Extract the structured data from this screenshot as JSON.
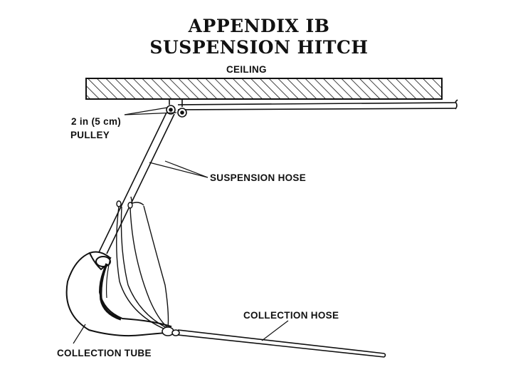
{
  "title": {
    "line1": "APPENDIX IB",
    "line2": "SUSPENSION HITCH"
  },
  "labels": {
    "ceiling": "CEILING",
    "pulley_size": "2 in (5 cm)",
    "pulley": "PULLEY",
    "suspension_hose": "SUSPENSION HOSE",
    "collection_hose": "COLLECTION HOSE",
    "collection_tube": "COLLECTION TUBE"
  },
  "colors": {
    "ink": "#111111",
    "background": "#ffffff"
  }
}
